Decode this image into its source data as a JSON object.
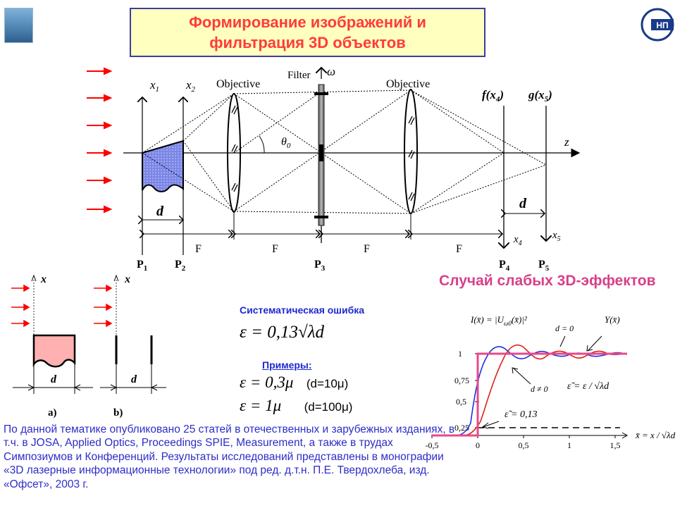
{
  "title": {
    "line1": "Формирование изображений и",
    "line2": "фильтрация 3D объектов"
  },
  "logo_right": "НП",
  "diagram": {
    "x1": "x",
    "x1_sub": "1",
    "x2": "x",
    "x2_sub": "2",
    "objective_left": "Objective",
    "objective_right": "Objective",
    "filter": "Filter",
    "omega": "ω",
    "theta": "θ",
    "theta_sub": "0",
    "f_label": "f(x",
    "f_sub": "4",
    "f_close": ")",
    "g_label": "g(x",
    "g_sub": "5",
    "g_close": ")",
    "z": "z",
    "d_top": "d",
    "d_right": "d",
    "F": "F",
    "x4": "x",
    "x4_sub": "4",
    "x5": "x",
    "x5_sub": "5",
    "P1": "P",
    "P1_sub": "1",
    "P2": "P",
    "P2_sub": "2",
    "P3": "P",
    "P3_sub": "3",
    "P4": "P",
    "P4_sub": "4",
    "P5": "P",
    "P5_sub": "5"
  },
  "small_diagrams": {
    "x_a": "x",
    "x_b": "x",
    "d_a": "d",
    "d_b": "d",
    "label_a": "a)",
    "label_b": "b)"
  },
  "subtitle": "Случай слабых 3D-эффектов",
  "systematic_error": "Систематическая ошибка",
  "formula_main": "ε = 0,13√λd",
  "examples_title": "Примеры:",
  "examples": [
    {
      "formula": "ε = 0,3μ",
      "note": "(d=10μ)"
    },
    {
      "formula": "ε = 1μ",
      "note": "(d=100μ)"
    }
  ],
  "graph": {
    "y_formula": "I(x̄) = |U",
    "y_formula_sub": "ω0",
    "y_formula_end": "(x̄)|²",
    "d_zero": "d = 0",
    "Y": "Y(x̄)",
    "d_nonzero": "d ≠ 0",
    "eps_tilde": "ε̃ = ε / √λd",
    "eps_value": "ε̃ = 0,13",
    "x_formula": "x̄ = x / √λd",
    "y_ticks": [
      "1",
      "0,75",
      "0,5",
      "0,25"
    ],
    "x_ticks": [
      "-0,5",
      "0",
      "0,5",
      "1",
      "1,5"
    ]
  },
  "footer": "По данной тематике опубликовано 25 статей в отечественных и зарубежных изданиях, в т.ч. в JOSA, Applied Optics, Proceedings SPIE, Measurement, а также в трудах Симпозиумов и Конференций. Результаты исследований представлены в монографии «3D лазерные информационные технологии» под ред. д.т.н. П.Е. Твердохлеба, изд. «Офсет», 2003 г.",
  "colors": {
    "title_text": "#ff3b3b",
    "title_bg": "#ffffc0",
    "subtitle": "#d8408a",
    "arrows": "#ff0000",
    "blue_text": "#2d2dc8",
    "object_fill": "#7b86e6",
    "pink_fill": "#ffb0b0",
    "curve_blue": "#1a32e0",
    "curve_red": "#e0201a",
    "curve_pink": "#e8488a"
  }
}
